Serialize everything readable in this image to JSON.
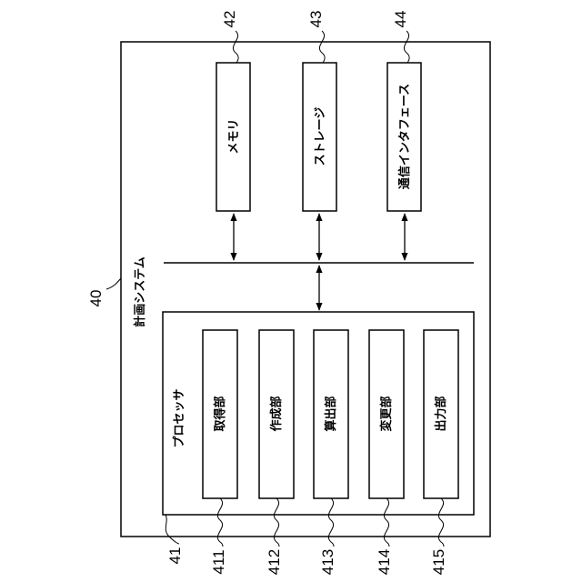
{
  "system": {
    "ref": "40",
    "title": "計画システム"
  },
  "memory": {
    "ref": "42",
    "label": "メモリ"
  },
  "storage": {
    "ref": "43",
    "label": "ストレージ"
  },
  "comm_interface": {
    "ref": "44",
    "label": "通信インタフェース"
  },
  "processor": {
    "ref": "41",
    "title": "プロセッサ",
    "units": [
      {
        "ref": "411",
        "label": "取得部"
      },
      {
        "ref": "412",
        "label": "作成部"
      },
      {
        "ref": "413",
        "label": "算出部"
      },
      {
        "ref": "414",
        "label": "変更部"
      },
      {
        "ref": "415",
        "label": "出力部"
      }
    ]
  }
}
